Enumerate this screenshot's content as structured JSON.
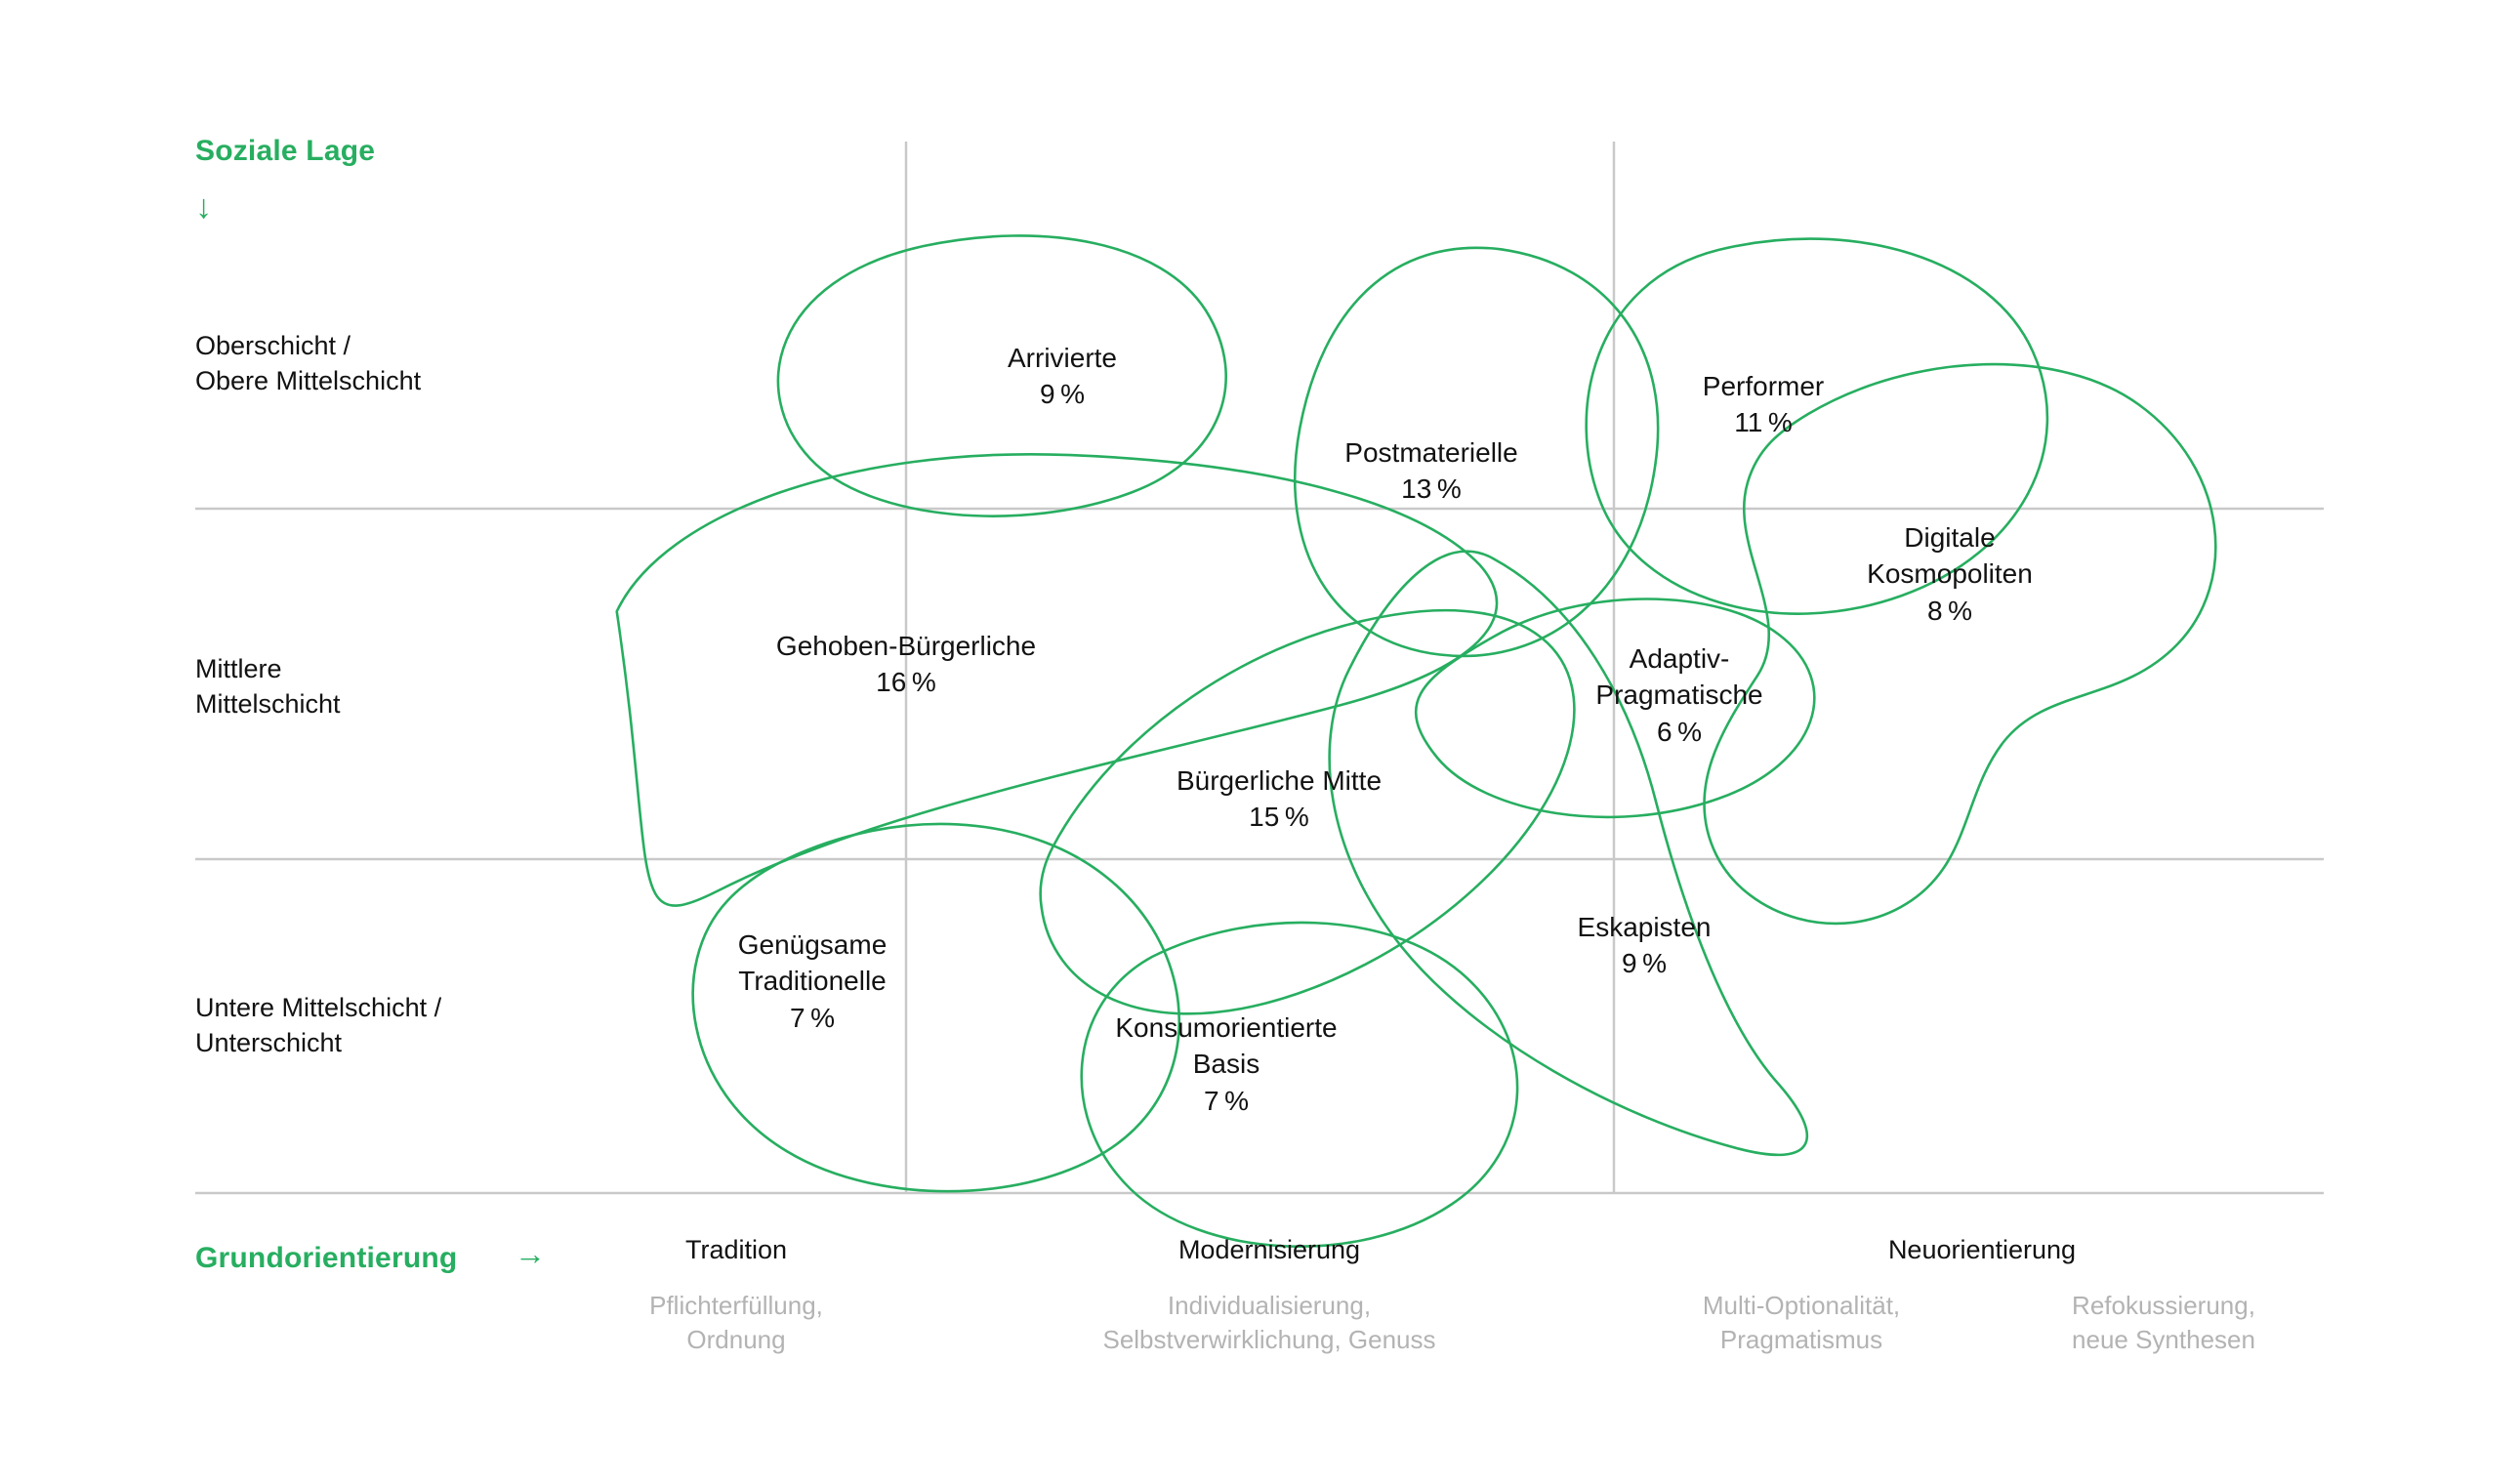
{
  "meta": {
    "accent_color": "#27AE60",
    "text_color": "#121212",
    "muted_color": "#b3b3b3",
    "grid_color": "#c9c9c9",
    "background": "#ffffff"
  },
  "y_axis": {
    "title": "Soziale Lage",
    "arrow": "↓",
    "tiers": [
      "Oberschicht /\nObere Mittelschicht",
      "Mittlere\nMittelschicht",
      "Untere Mittelschicht /\nUnterschicht"
    ]
  },
  "x_axis": {
    "title": "Grundorientierung",
    "arrow": "→",
    "columns": [
      "Tradition",
      "Modernisierung",
      "Neuorientierung"
    ],
    "sublabels": [
      "Pflichterfüllung,\nOrdnung",
      "Individualisierung,\nSelbstverwirklichung, Genuss",
      "Multi-Optionalität,\nPragmatismus",
      "Refokussierung,\nneue Synthesen"
    ]
  },
  "chart_data": {
    "type": "scatter",
    "title": "Soziale Lage / Grundorientierung",
    "xlabel": "Grundorientierung",
    "ylabel": "Soziale Lage",
    "grid": true,
    "legend": "none",
    "categories": [
      "Arrivierte",
      "Postmaterielle",
      "Performer",
      "Digitale Kosmopoliten",
      "Gehoben-Bürgerliche",
      "Bürgerliche Mitte",
      "Adaptiv-Pragmatische",
      "Eskapisten",
      "Genügsame Traditionelle",
      "Konsumorientierte Basis"
    ],
    "values": [
      9,
      13,
      11,
      8,
      16,
      15,
      6,
      9,
      7,
      7
    ],
    "unit": "%",
    "milieus": [
      {
        "name": "Arrivierte",
        "label": "Arrivierte",
        "value": 9,
        "percent": "9 %",
        "social_tier": "Oberschicht / Obere Mittelschicht",
        "orientation": "Modernisierung"
      },
      {
        "name": "Postmaterielle",
        "label": "Postmaterielle",
        "value": 13,
        "percent": "13 %",
        "social_tier": "Oberschicht / Obere Mittelschicht",
        "orientation": "Modernisierung"
      },
      {
        "name": "Performer",
        "label": "Performer",
        "value": 11,
        "percent": "11 %",
        "social_tier": "Oberschicht / Obere Mittelschicht",
        "orientation": "Neuorientierung"
      },
      {
        "name": "Digitale Kosmopoliten",
        "label": "Digitale\nKosmopoliten",
        "value": 8,
        "percent": "8 %",
        "social_tier": "Oberschicht / Obere Mittelschicht",
        "orientation": "Neuorientierung"
      },
      {
        "name": "Gehoben-Bürgerliche",
        "label": "Gehoben-Bürgerliche",
        "value": 16,
        "percent": "16 %",
        "social_tier": "Mittlere Mittelschicht",
        "orientation": "Tradition"
      },
      {
        "name": "Bürgerliche Mitte",
        "label": "Bürgerliche Mitte",
        "value": 15,
        "percent": "15 %",
        "social_tier": "Mittlere Mittelschicht",
        "orientation": "Modernisierung"
      },
      {
        "name": "Adaptiv-Pragmatische",
        "label": "Adaptiv-\nPragmatische",
        "value": 6,
        "percent": "6 %",
        "social_tier": "Mittlere Mittelschicht",
        "orientation": "Neuorientierung"
      },
      {
        "name": "Eskapisten",
        "label": "Eskapisten",
        "value": 9,
        "percent": "9 %",
        "social_tier": "Untere Mittelschicht / Unterschicht",
        "orientation": "Neuorientierung"
      },
      {
        "name": "Genügsame Traditionelle",
        "label": "Genügsame\nTraditionelle",
        "value": 7,
        "percent": "7 %",
        "social_tier": "Untere Mittelschicht / Unterschicht",
        "orientation": "Tradition"
      },
      {
        "name": "Konsumorientierte Basis",
        "label": "Konsumorientierte\nBasis",
        "value": 7,
        "percent": "7 %",
        "social_tier": "Untere Mittelschicht / Unterschicht",
        "orientation": "Modernisierung"
      }
    ]
  }
}
